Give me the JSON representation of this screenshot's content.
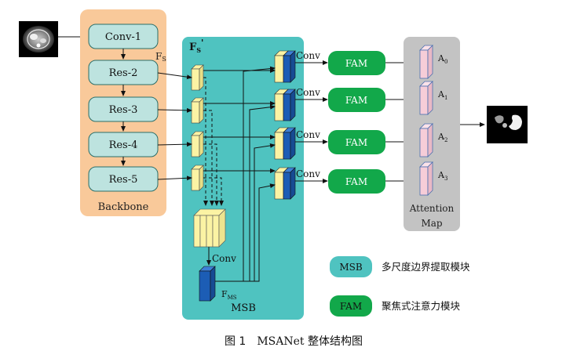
{
  "backbone": {
    "title": "Backbone",
    "fs_label": "F",
    "fs_sub": "S",
    "blocks": [
      {
        "label": "Conv-1"
      },
      {
        "label": "Res-2"
      },
      {
        "label": "Res-3"
      },
      {
        "label": "Res-4"
      },
      {
        "label": "Res-5"
      }
    ]
  },
  "msb": {
    "title": "MSB",
    "fs_prime_label": "F",
    "fs_prime_sub": "S",
    "fs_prime_mark": "'",
    "conv_label": "Conv",
    "fms_label": "F",
    "fms_sub": "MS"
  },
  "branches": [
    {
      "conv_label": "Conv",
      "fam_label": "FAM",
      "att_label": "A",
      "att_sub": "0"
    },
    {
      "conv_label": "Conv",
      "fam_label": "FAM",
      "att_label": "A",
      "att_sub": "1"
    },
    {
      "conv_label": "Conv",
      "fam_label": "FAM",
      "att_label": "A",
      "att_sub": "2"
    },
    {
      "conv_label": "Conv",
      "fam_label": "FAM",
      "att_label": "A",
      "att_sub": "3"
    }
  ],
  "attention": {
    "title_line1": "Attention",
    "title_line2": "Map"
  },
  "legend": [
    {
      "key": "MSB",
      "text": "多尺度边界提取模块"
    },
    {
      "key": "FAM",
      "text": "聚焦式注意力模块"
    }
  ],
  "caption": {
    "figure": "图 1",
    "text": "MSANet 整体结构图"
  },
  "colors": {
    "backbone_panel": "#f9c99a",
    "block_fill": "#bde3df",
    "msb_panel": "#4fc3c0",
    "fam_green": "#12a84a",
    "attention_panel": "#c3c3c3",
    "feature_yellow": "#fbf3a4",
    "feature_blue": "#1c5db5",
    "attention_pink": "#f6cdd8"
  }
}
